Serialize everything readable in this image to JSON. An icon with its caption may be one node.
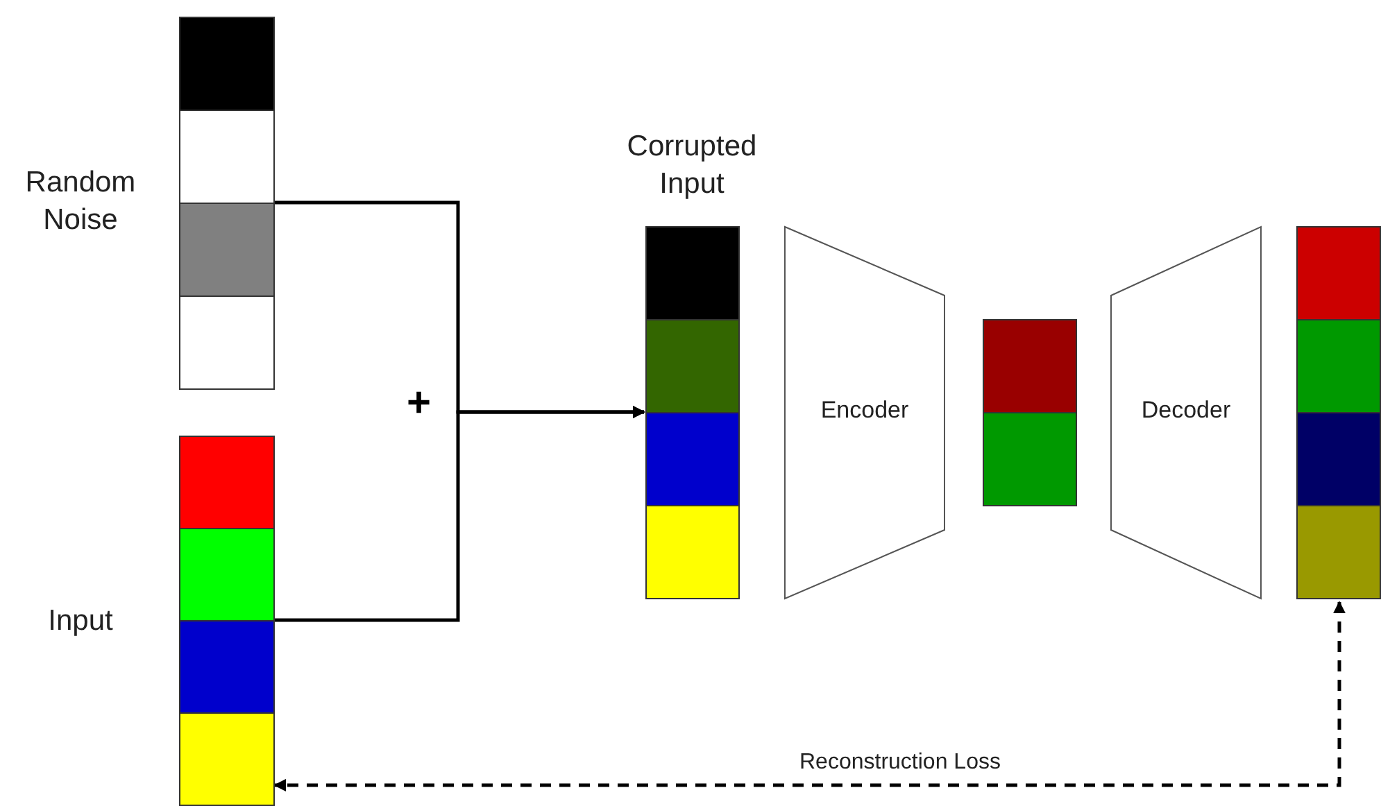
{
  "diagram": {
    "nodes": [
      {
        "text": [
          "Random Noise"
        ]
      },
      {
        "text": [
          "Input"
        ]
      },
      {
        "text": [
          "Corrupted Input"
        ]
      },
      {
        "text": [
          "Encoder"
        ]
      },
      {
        "text": [],
        "shape": "bar"
      },
      {
        "text": [
          "Decoder"
        ]
      },
      {
        "text": [],
        "shape": "bar"
      }
    ],
    "edges": [
      {
        "from": 0,
        "to": 2,
        "arrow": "to"
      },
      {
        "from": 1,
        "to": 2,
        "arrow": "to"
      },
      {
        "from": 6,
        "to": 1,
        "arrow": "both",
        "style": "dashed",
        "label": "Reconstruction Loss"
      }
    ],
    "labels": [
      "+"
    ]
  }
}
